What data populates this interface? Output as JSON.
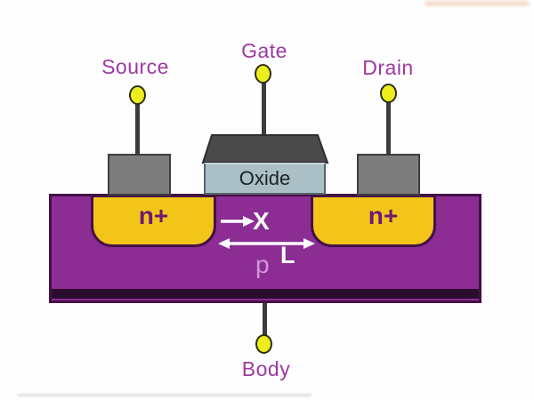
{
  "figure": {
    "description": "MOSFET cross-section diagram",
    "terminals": {
      "source": "Source",
      "gate": "Gate",
      "drain": "Drain",
      "body": "Body"
    },
    "layers": {
      "oxide": "Oxide",
      "source_diffusion": "n+",
      "drain_diffusion": "n+",
      "substrate": "p"
    },
    "annotations": {
      "horizontal_axis": "X",
      "channel_length": "L"
    },
    "colors": {
      "substrate_purple": "#8c2d94",
      "substrate_border": "#451048",
      "substrate_dark_strip": "#2b0d2f",
      "diffusion_yellow": "#f4c519",
      "diffusion_label_purple": "#6d1b74",
      "terminal_label_purple": "#9c3aa0",
      "pin_yellow": "#ecee1d",
      "pin_outline": "#2e2e10",
      "contact_gray": "#7d7d7d",
      "contact_border": "#3d3d3d",
      "gate_electrode_gray": "#4a4a4a",
      "oxide_fill": "#aabfc6",
      "oxide_text": "#1c2424",
      "annotation_white": "#ffffff",
      "p_label_pink": "#d495d8",
      "wire_gray": "#3c3c3c"
    }
  }
}
